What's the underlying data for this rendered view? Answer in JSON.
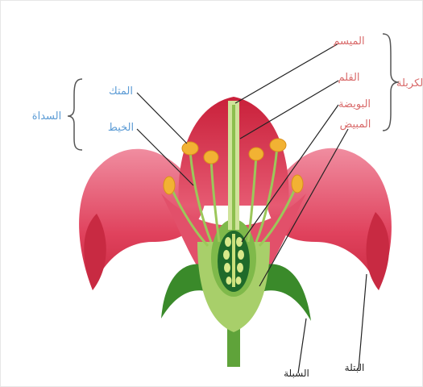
{
  "labels": {
    "carpel": "الكربلة",
    "stigma": "الميسم",
    "style": "القلم",
    "ovule": "البويضة",
    "ovary": "المبيض",
    "stamen": "السداة",
    "anther": "المتك",
    "filament": "الخيط",
    "petal": "البتلة",
    "sepal": "السبلة"
  },
  "colors": {
    "carpel_labels": "#d96a6a",
    "stamen_labels": "#5b9bd5",
    "petal": "#d9364d",
    "petal_light": "#ef8a9a",
    "green": "#3a8a2a",
    "light_green": "#b9d88a",
    "anther": "#f2b233"
  }
}
